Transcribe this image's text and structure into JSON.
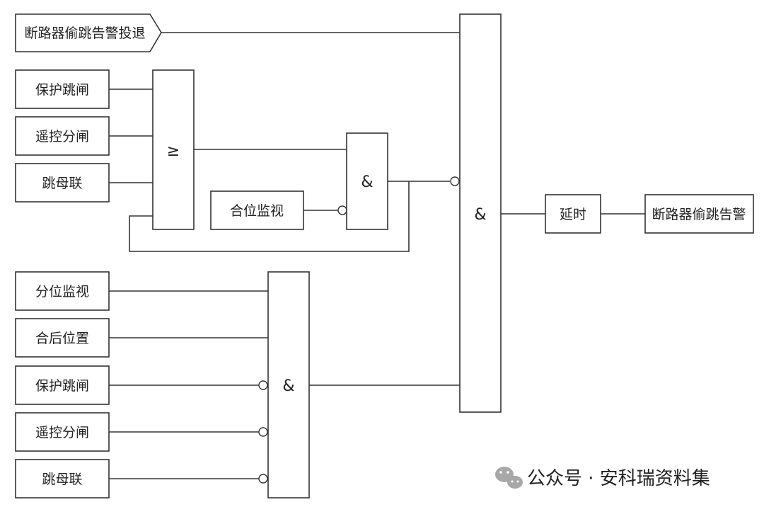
{
  "diagram": {
    "blocks": {
      "alarm_switch": "断路器偷跳告警投退",
      "g1_protect_trip": "保护跳闸",
      "g1_remote_open": "遥控分闸",
      "g1_bus_tie_trip": "跳母联",
      "closed_monitor": "合位监视",
      "g3_open_monitor": "分位监视",
      "g3_after_close": "合后位置",
      "g3_protect_trip": "保护跳闸",
      "g3_remote_open": "遥控分闸",
      "g3_bus_tie_trip": "跳母联",
      "delay": "延时",
      "output": "断路器偷跳告警"
    },
    "gates": {
      "or1": "≥",
      "and1": "&",
      "and2": "&",
      "and_main": "&"
    },
    "watermark": "公众号 · 安科瑞资料集"
  }
}
